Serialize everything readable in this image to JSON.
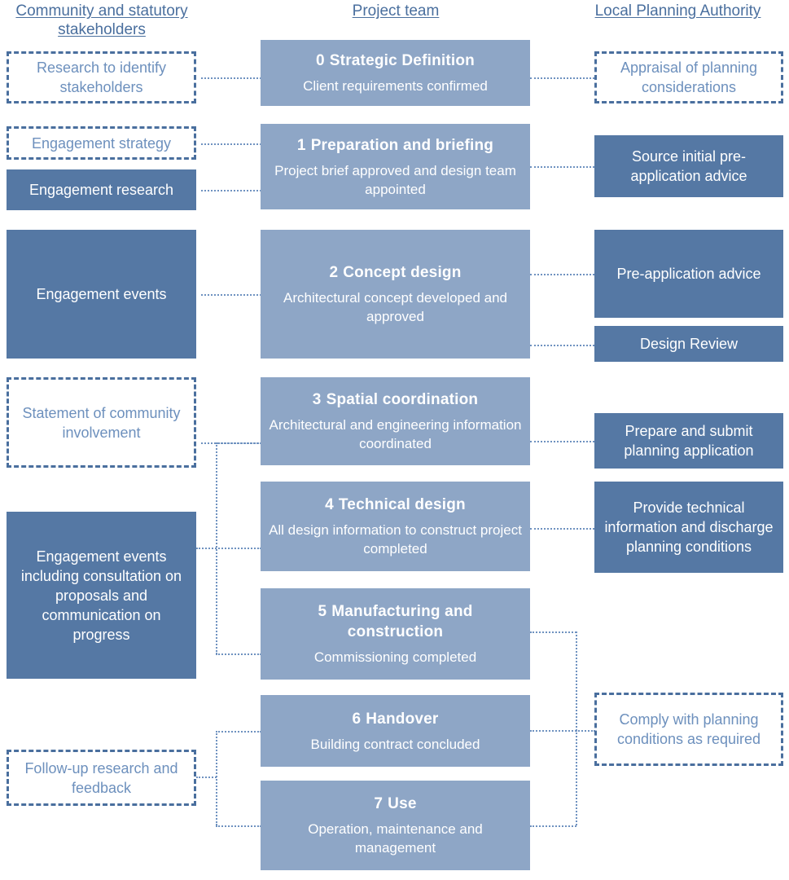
{
  "diagram": {
    "title": "RIBA Plan of Work engagement diagram",
    "colors": {
      "solid_dark": "#5578a4",
      "solid_light": "#8ea6c6",
      "dashed_border": "#4a6f9e",
      "dashed_text": "#6d90bd",
      "heading_text": "#4a6f9e",
      "connector": "#6f92c0",
      "box_text": "#ffffff",
      "background": "#ffffff"
    }
  },
  "columns": {
    "left": {
      "heading": "Community and statutory stakeholders"
    },
    "centre": {
      "heading": "Project team"
    },
    "right": {
      "heading": "Local Planning Authority"
    }
  },
  "stages": [
    {
      "number": "0",
      "title": "Strategic Definition",
      "outcome": "Client requirements confirmed"
    },
    {
      "number": "1",
      "title": "Preparation and briefing",
      "outcome": "Project brief approved and design team appointed"
    },
    {
      "number": "2",
      "title": "Concept design",
      "outcome": "Architectural concept developed and approved"
    },
    {
      "number": "3",
      "title": "Spatial coordination",
      "outcome": "Architectural and engineering information coordinated"
    },
    {
      "number": "4",
      "title": "Technical design",
      "outcome": "All design information to construct project completed"
    },
    {
      "number": "5",
      "title": "Manufacturing and construction",
      "outcome": "Commissioning completed"
    },
    {
      "number": "6",
      "title": "Handover",
      "outcome": "Building contract concluded"
    },
    {
      "number": "7",
      "title": "Use",
      "outcome": "Operation, maintenance and management"
    }
  ],
  "left_items": [
    {
      "label": "Research to identify stakeholders",
      "style": "dashed"
    },
    {
      "label": "Engagement strategy",
      "style": "dashed"
    },
    {
      "label": "Engagement research",
      "style": "solid-dark"
    },
    {
      "label": "Engagement events",
      "style": "solid-dark"
    },
    {
      "label": "Statement of community involvement",
      "style": "dashed"
    },
    {
      "label": "Engagement events including consultation on proposals and communication on progress",
      "style": "solid-dark"
    },
    {
      "label": "Follow-up research and feedback",
      "style": "dashed"
    }
  ],
  "right_items": [
    {
      "label": "Appraisal of planning considerations",
      "style": "dashed"
    },
    {
      "label": "Source initial pre-application advice",
      "style": "solid-dark"
    },
    {
      "label": "Pre-application advice",
      "style": "solid-dark"
    },
    {
      "label": "Design Review",
      "style": "solid-dark"
    },
    {
      "label": "Prepare and submit planning application",
      "style": "solid-dark"
    },
    {
      "label": "Provide technical information and discharge planning conditions",
      "style": "solid-dark"
    },
    {
      "label": "Comply with planning conditions as required",
      "style": "dashed"
    }
  ]
}
